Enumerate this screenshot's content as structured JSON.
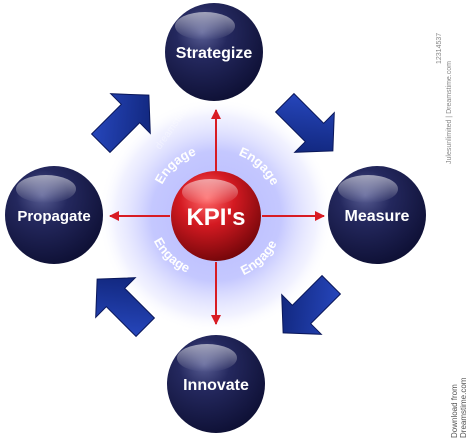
{
  "center": {
    "label": "KPI's"
  },
  "nodes": {
    "top": "Strategize",
    "right": "Measure",
    "bottom": "Innovate",
    "left": "Propagate"
  },
  "engage_label": "Engage",
  "watermark": "dreamstime",
  "side_text": {
    "image_id": "12314537",
    "author": "Julesunlimited | Dreamstime.com",
    "download_line1": "Download from",
    "download_line2": "Dreamstime.com"
  },
  "colors": {
    "node_fill": "#1a1d4e",
    "center_fill": "#c4121a",
    "red_arrow": "#d81c24",
    "blue_arrow": "#16308f",
    "glow": "#8f93ff"
  }
}
